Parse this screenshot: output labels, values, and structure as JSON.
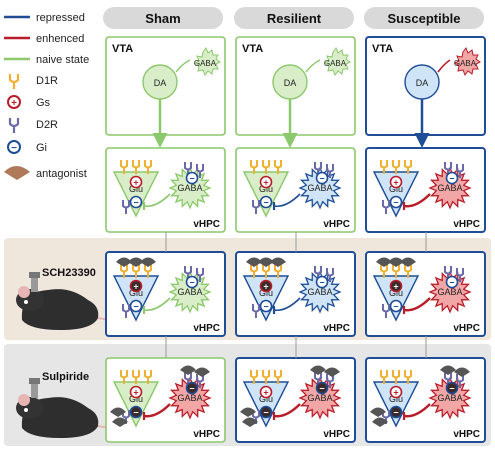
{
  "columns": [
    "Sham",
    "Resilient",
    "Susceptible"
  ],
  "legend": {
    "repressed": "repressed",
    "enhenced": "enhenced",
    "naive": "naive state",
    "d1r": "D1R",
    "gs": "Gs",
    "d2r": "D2R",
    "gi": "Gi",
    "antagonist": "antagonist"
  },
  "colors": {
    "naive": "#8cc86c",
    "repressed": "#1f4e96",
    "enhanced": "#b81e2a",
    "header": "#d9d9d9",
    "band_sch": "#efe6dc",
    "band_sul": "#e6e6e6",
    "green_fill": "#d9eec8",
    "blue_fill": "#cfe4f6",
    "red_fill": "#f2a6a6",
    "receptor_d1": "#f0b030",
    "receptor_d2": "#6a6aa8"
  },
  "labels": {
    "vta": "VTA",
    "da": "DA",
    "gaba": "GABA",
    "glu": "Glu",
    "vhpc": "vHPC"
  },
  "drugs": [
    "SCH23390",
    "Sulpiride"
  ],
  "signs": {
    "plus": "+",
    "minus": "−"
  }
}
